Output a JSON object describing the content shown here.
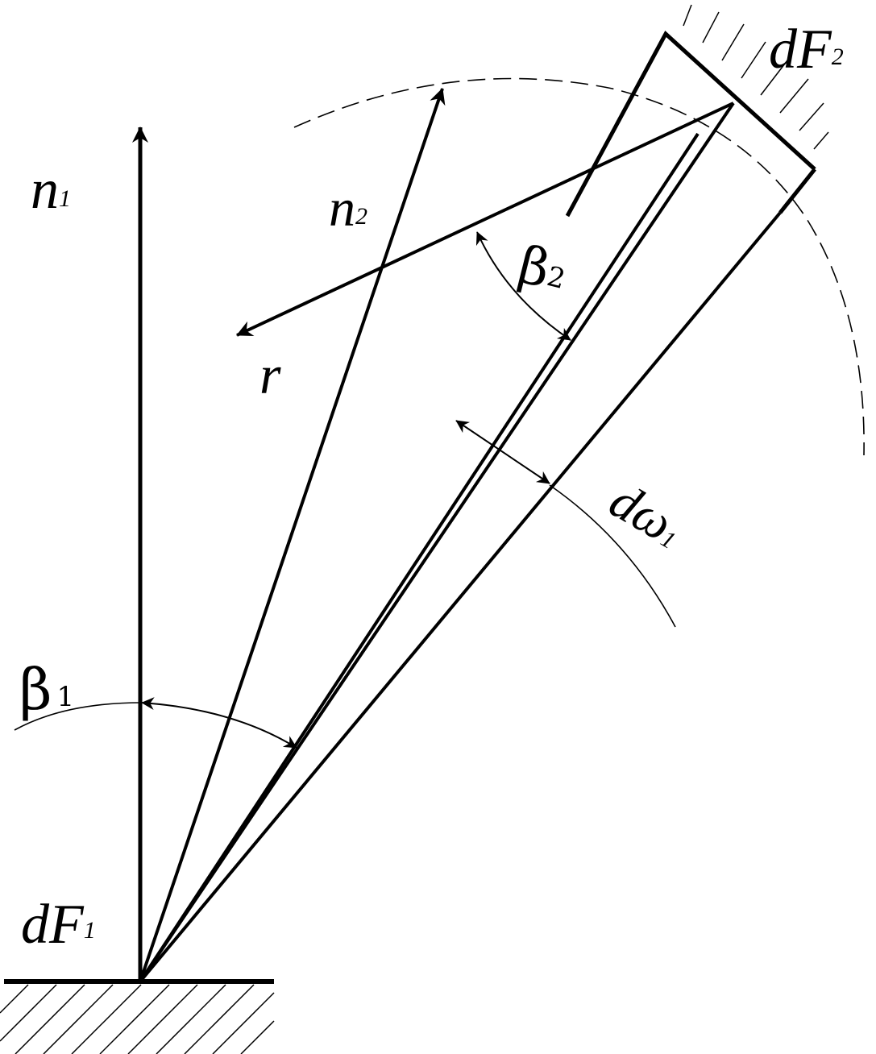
{
  "labels": {
    "n1": {
      "main": "n",
      "sub": "1"
    },
    "n2": {
      "main": "n",
      "sub": "2"
    },
    "r": "r",
    "dF1": {
      "main": "dF",
      "sub": "1"
    },
    "dF2": {
      "main": "dF",
      "sub": "2"
    },
    "beta1": {
      "main": "β",
      "sub": "1"
    },
    "beta2": {
      "main": "β",
      "sub": "2"
    },
    "domega1": {
      "main": "dω",
      "sub": "1"
    }
  },
  "colors": {
    "stroke": "#000000",
    "background": "#ffffff"
  }
}
